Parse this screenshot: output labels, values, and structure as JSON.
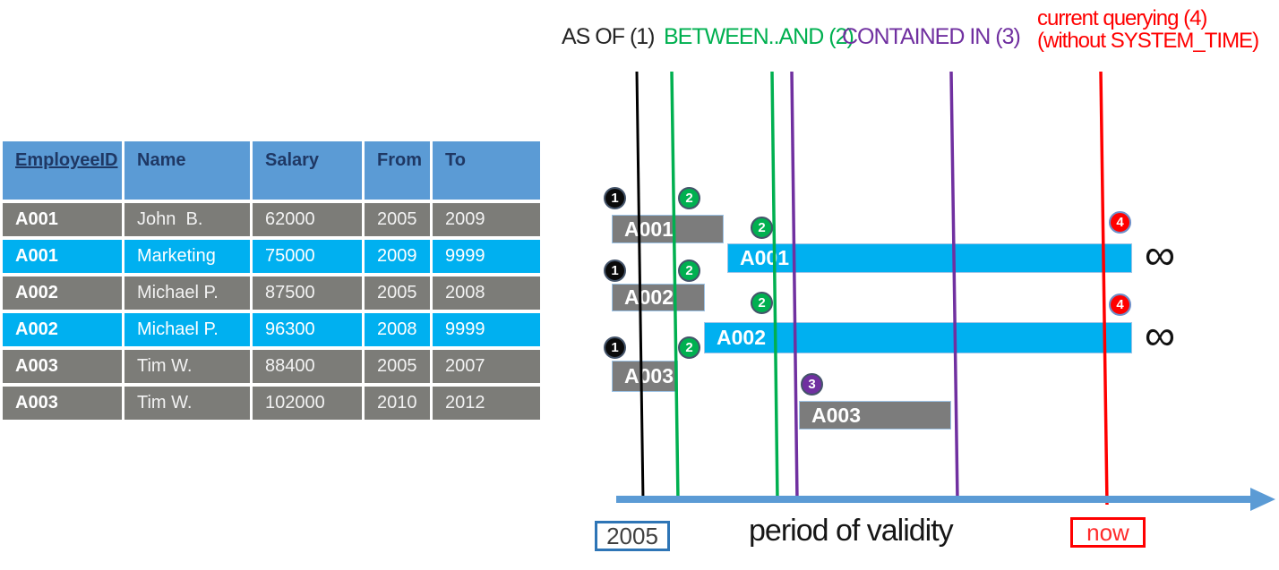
{
  "colors": {
    "table_header_blue": "#5B9BD5",
    "table_header_text": "#1F3864",
    "row_gray": "#7C7C78",
    "row_cyan": "#00B0F0",
    "bar_gray": "#7C7C7C",
    "bar_cyan": "#00B0F0",
    "line_black": "#000000",
    "line_green": "#00B050",
    "line_purple": "#7030A0",
    "line_red": "#FF0000",
    "axis_blue": "#5B9BD5"
  },
  "table": {
    "headers": [
      "EmployeeID",
      "Name",
      "Salary",
      "From",
      "To"
    ],
    "rows": [
      [
        "A001",
        "John  B.",
        "62000",
        "2005",
        "2009"
      ],
      [
        "A001",
        "Marketing",
        "75000",
        "2009",
        "9999"
      ],
      [
        "A002",
        "Michael P.",
        "87500",
        "2005",
        "2008"
      ],
      [
        "A002",
        "Michael P.",
        "96300",
        "2008",
        "9999"
      ],
      [
        "A003",
        "Tim W.",
        "88400",
        "2005",
        "2007"
      ],
      [
        "A003",
        "Tim W.",
        "102000",
        "2010",
        "2012"
      ]
    ],
    "highlighted_row_indexes": [
      1,
      3
    ]
  },
  "legend": {
    "as_of": "AS OF (1)",
    "between_and": "BETWEEN..AND (2)",
    "contained_in": "CONTAINED IN (3)",
    "current_line1": "current querying (4)",
    "current_line2": "(without SYSTEM_TIME)"
  },
  "diagram": {
    "bars": [
      "A001",
      "A001",
      "A002",
      "A002",
      "A003",
      "A003"
    ],
    "badges": [
      "1",
      "2",
      "2",
      "4",
      "1",
      "2",
      "2",
      "4",
      "1",
      "2",
      "3"
    ],
    "infinity": "∞"
  },
  "axis": {
    "start_label": "2005",
    "title": "period of validity",
    "now_label": "now"
  }
}
